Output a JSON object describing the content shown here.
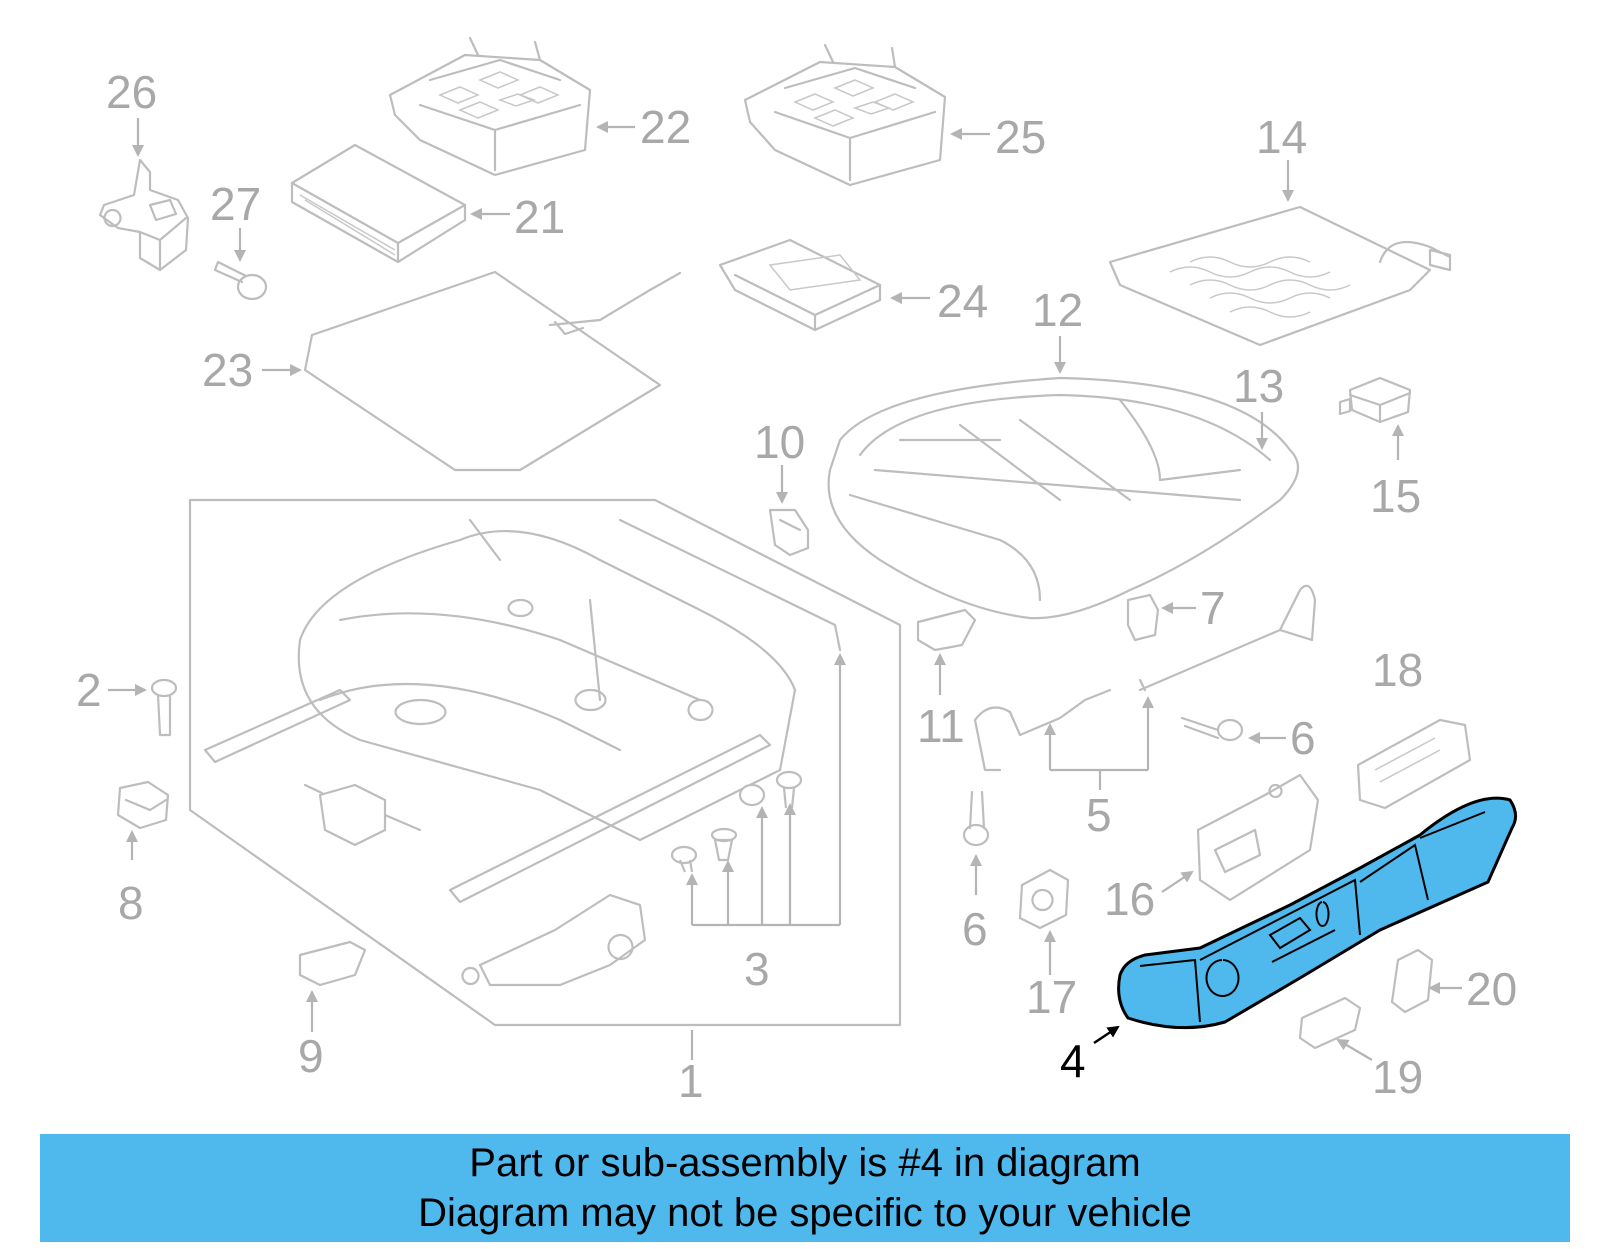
{
  "diagram": {
    "callouts": [
      "26",
      "22",
      "25",
      "27",
      "21",
      "14",
      "24",
      "23",
      "12",
      "13",
      "10",
      "15",
      "7",
      "2",
      "18",
      "11",
      "6",
      "6",
      "5",
      "8",
      "16",
      "3",
      "17",
      "20",
      "9",
      "1",
      "4",
      "19"
    ],
    "highlighted_part": "4",
    "colors": {
      "highlight": "#4fb8ec",
      "part_lines": "#bdbdbd",
      "callout_text": "#a8a8a8",
      "highlight_outline": "#000000"
    }
  },
  "banner": {
    "line1": "Part or sub-assembly is #4 in diagram",
    "line2": "Diagram may not be specific to your vehicle"
  }
}
